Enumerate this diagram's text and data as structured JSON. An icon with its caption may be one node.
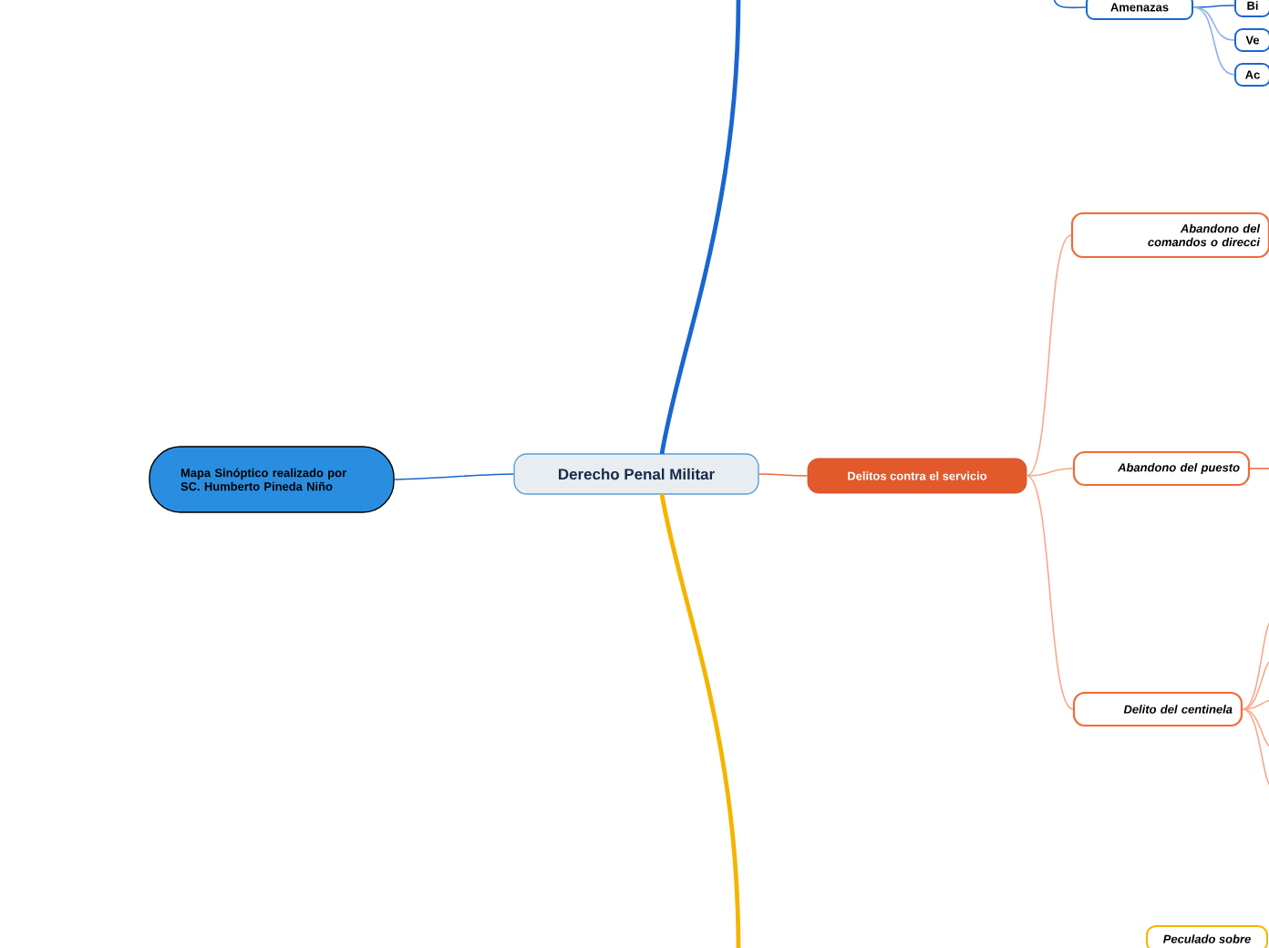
{
  "diagram": {
    "nodes": [
      {
        "text": [
          "Mapa Sinóptico realizado por SC. Humberto Pineda Niño"
        ]
      },
      {
        "text": [
          "Derecho Penal Militar"
        ]
      },
      {
        "text": [
          "Delitos contra el servicio"
        ]
      },
      {
        "text": [
          "Abandono del comandos o direcci"
        ]
      },
      {
        "text": [
          "Abandono del puesto"
        ]
      },
      {
        "text": [
          "Delito del centinela"
        ]
      },
      {
        "text": [
          "Amenazas"
        ]
      },
      {
        "text": [
          "Bi"
        ]
      },
      {
        "text": [
          "Ve"
        ]
      },
      {
        "text": [
          "Ac"
        ]
      },
      {
        "text": [
          "Peculado sobre"
        ]
      }
    ],
    "edges": [
      {
        "from": 1,
        "to": 0,
        "arrow": "none",
        "color": "#1a66d0"
      },
      {
        "from": 1,
        "to": 2,
        "arrow": "none",
        "color": "#f26a3a"
      },
      {
        "from": 2,
        "to": 3,
        "arrow": "none",
        "color": "#f8a888"
      },
      {
        "from": 2,
        "to": 4,
        "arrow": "none",
        "color": "#f8a888"
      },
      {
        "from": 2,
        "to": 5,
        "arrow": "none",
        "color": "#f8a888"
      },
      {
        "from": 1,
        "to": null,
        "arrow": "none",
        "color": "#1a66d0",
        "style": "thick"
      },
      {
        "from": 1,
        "to": null,
        "arrow": "none",
        "color": "#f5b400",
        "style": "thick"
      },
      {
        "from": null,
        "to": 6,
        "arrow": "none",
        "color": "#1a66d0"
      },
      {
        "from": 6,
        "to": 7,
        "arrow": "none",
        "color": "#1a66d0"
      },
      {
        "from": 6,
        "to": 8,
        "arrow": "none",
        "color": "#8ab4ec"
      },
      {
        "from": 6,
        "to": 9,
        "arrow": "none",
        "color": "#8ab4ec"
      },
      {
        "from": 4,
        "to": null,
        "arrow": "none",
        "color": "#f26a3a"
      },
      {
        "from": 5,
        "to": null,
        "arrow": "none",
        "color": "#f8a888"
      },
      {
        "from": 5,
        "to": null,
        "arrow": "none",
        "color": "#f8a888"
      },
      {
        "from": 5,
        "to": null,
        "arrow": "none",
        "color": "#f8a888"
      },
      {
        "from": 5,
        "to": null,
        "arrow": "none",
        "color": "#f8a888"
      },
      {
        "from": 5,
        "to": null,
        "arrow": "none",
        "color": "#f8a888"
      }
    ]
  }
}
